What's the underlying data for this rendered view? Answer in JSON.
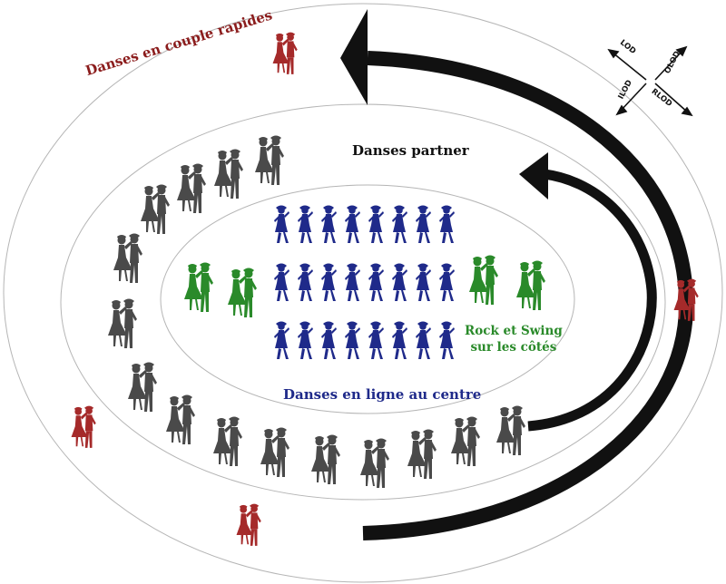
{
  "labels": {
    "outer_ring": "Danses en couple rapides",
    "middle_ring": "Danses partner",
    "center": "Danses en ligne au centre",
    "sides_line1": "Rock et Swing",
    "sides_line2": "sur les côtés"
  },
  "directions": {
    "lod": "LOD",
    "olod": "OLOD",
    "ilod": "ILOD",
    "rlod": "RLOD"
  },
  "colors": {
    "fast_couples": "#a52a2a",
    "partner_couples": "#555555",
    "line_dancers": "#1f2a8a",
    "rock_swing": "#2a8a2a",
    "arrows": "#111111",
    "rings": "#b5b5b5"
  },
  "icons": {
    "dancer_couple": "dancing-couple-icon",
    "line_dancer": "line-dancer-icon",
    "flow_arrow": "curved-arrow-icon"
  }
}
